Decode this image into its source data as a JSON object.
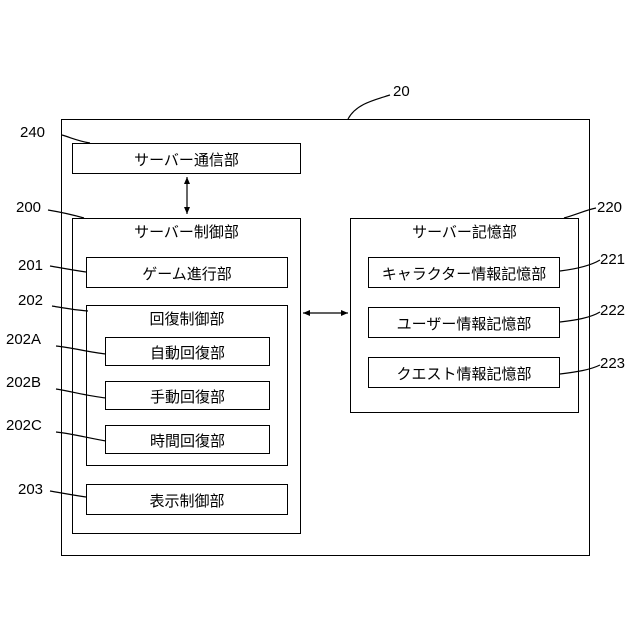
{
  "server_ref": "20",
  "comm": {
    "ref": "240",
    "label": "サーバー通信部"
  },
  "control": {
    "ref": "200",
    "label": "サーバー制御部",
    "game": {
      "ref": "201",
      "label": "ゲーム進行部"
    },
    "recovery": {
      "ref": "202",
      "label": "回復制御部",
      "auto": {
        "ref": "202A",
        "label": "自動回復部"
      },
      "manual": {
        "ref": "202B",
        "label": "手動回復部"
      },
      "time": {
        "ref": "202C",
        "label": "時間回復部"
      }
    },
    "display": {
      "ref": "203",
      "label": "表示制御部"
    }
  },
  "storage": {
    "ref": "220",
    "label": "サーバー記憶部",
    "character": {
      "ref": "221",
      "label": "キャラクター情報記憶部"
    },
    "user": {
      "ref": "222",
      "label": "ユーザー情報記憶部"
    },
    "quest": {
      "ref": "223",
      "label": "クエスト情報記憶部"
    }
  }
}
